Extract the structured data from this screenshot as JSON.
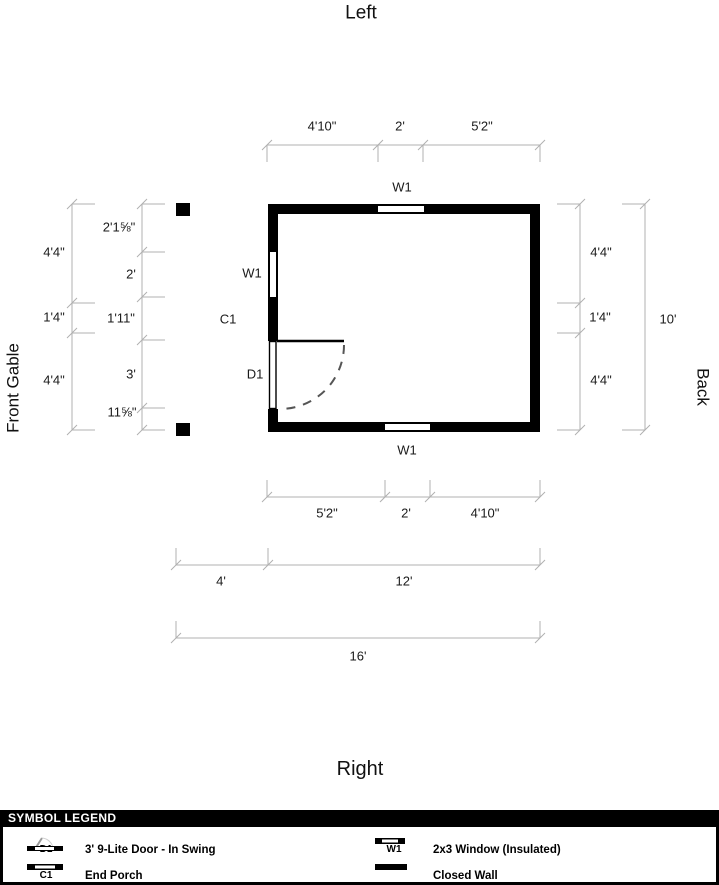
{
  "titles": {
    "top": "Left",
    "bottom": "Right",
    "left_side": "Front Gable",
    "right_side": "Back"
  },
  "plan": {
    "labels": {
      "top_window": "W1",
      "left_window": "W1",
      "porch": "C1",
      "door": "D1",
      "bottom_window": "W1"
    },
    "dims": {
      "top": [
        "4'10\"",
        "2'",
        "5'2\""
      ],
      "left_outer": [
        "4'4\"",
        "1'4\"",
        "4'4\""
      ],
      "left_inner": [
        "2'1⅝\"",
        "2'",
        "1'11\"",
        "3'",
        "11⅝\""
      ],
      "right_inner": [
        "4'4\"",
        "1'4\"",
        "4'4\""
      ],
      "right_total": "10'",
      "bottom_wall": [
        "5'2\"",
        "2'",
        "4'10\""
      ],
      "bottom_sections": [
        "4'",
        "12'"
      ],
      "bottom_total": "16'"
    }
  },
  "legend": {
    "header": "SYMBOL LEGEND",
    "items": [
      {
        "code": "D1",
        "label": "3' 9-Lite Door - In Swing",
        "symbol": "door-in-swing-icon"
      },
      {
        "code": "C1",
        "label": "End Porch",
        "symbol": "open-wall-icon"
      },
      {
        "code": "W1",
        "label": "2x3 Window (Insulated)",
        "symbol": "window-icon"
      },
      {
        "code": "",
        "label": "Closed Wall",
        "symbol": "closed-wall-icon"
      }
    ]
  },
  "colors": {
    "wall": "#000000",
    "dimension_line": "#b0b0b0",
    "door_swing": "#555555",
    "legend_header_bg": "#000000",
    "legend_header_text": "#ffffff"
  }
}
